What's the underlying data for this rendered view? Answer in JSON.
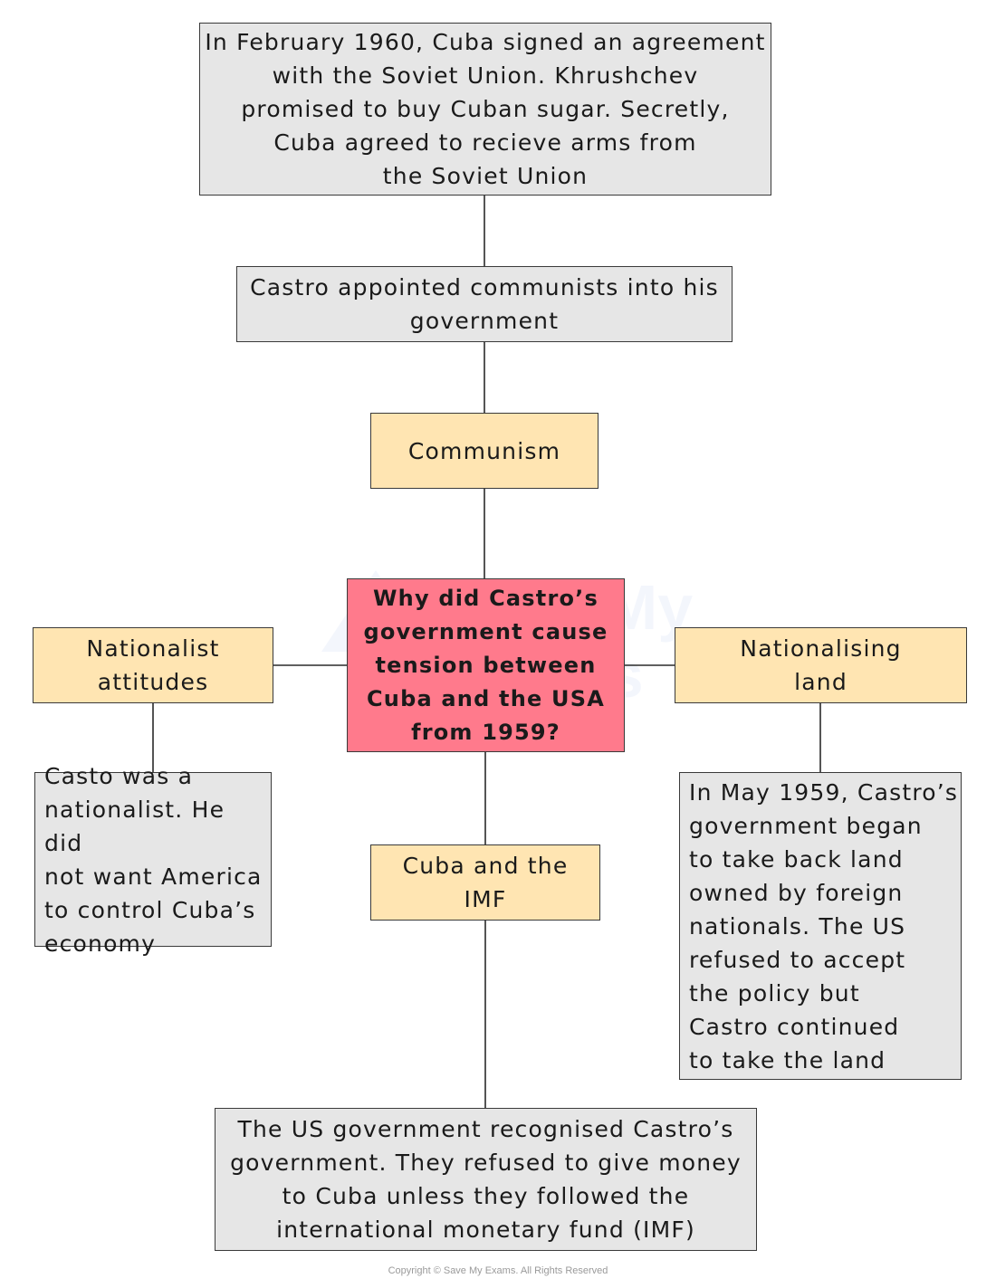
{
  "central_question": "Why did Castro’s\ngovernment cause\ntension between\nCuba and the USA\nfrom 1959?",
  "themes": {
    "communism": {
      "label": "Communism",
      "details": [
        "Castro appointed communists into his\ngovernment",
        "In February 1960, Cuba signed an agreement\nwith the Soviet Union. Khrushchev\npromised to buy Cuban sugar. Secretly,\nCuba agreed to recieve arms from\nthe Soviet Union"
      ]
    },
    "nationalist_attitudes": {
      "label": "Nationalist\nattitudes",
      "detail": "Casto was a\nnationalist. He did\nnot want America\nto control Cuba’s\neconomy"
    },
    "nationalising_land": {
      "label": "Nationalising\nland",
      "detail": "In May 1959, Castro’s\ngovernment began\nto take back land\nowned by foreign\nnationals. The US\nrefused to accept\nthe policy but\nCastro continued\nto take the land"
    },
    "cuba_imf": {
      "label": "Cuba and the\nIMF",
      "detail": "The US government recognised Castro’s\ngovernment. They refused to give money\nto Cuba unless they followed the\ninternational monetary fund (IMF)"
    }
  },
  "footer": {
    "copyright": "Copyright © Save My Exams. All Rights Reserved"
  },
  "colors": {
    "central_fill": "#ff7a8c",
    "theme_fill": "#ffe5b2",
    "detail_fill": "#e6e6e6",
    "border": "#3a3a3a"
  }
}
